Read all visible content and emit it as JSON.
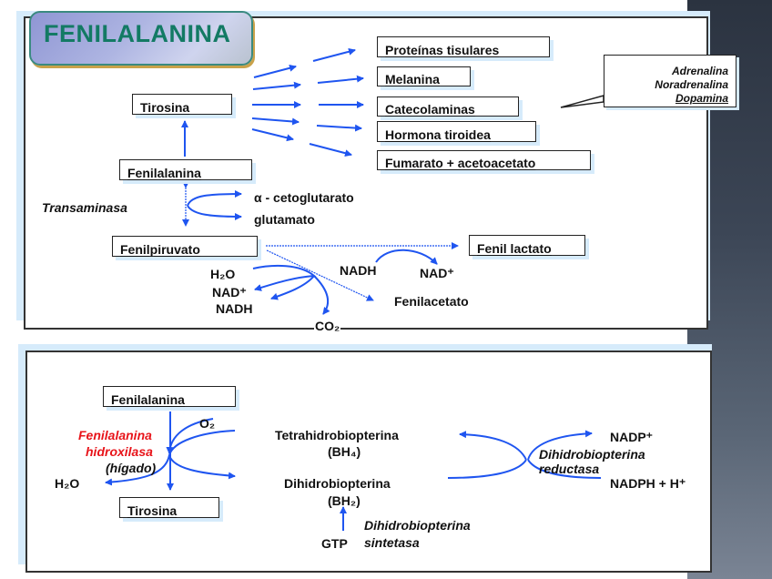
{
  "title": "FENILALANINA",
  "colors": {
    "arrow": "#1f55f0",
    "title_text": "#137a64",
    "enzyme_red": "#e8141a",
    "sidebar": "#3c4656"
  },
  "top_panel": {
    "products": [
      "Proteínas tisulares",
      "Melanina",
      "Catecolaminas",
      "Hormona tiroidea",
      "Fumarato + acetoacetato"
    ],
    "catecholamines_callout": [
      "Adrenalina",
      "Noradrenalina",
      "Dopamina"
    ],
    "tirosina": "Tirosina",
    "fenilalanina": "Fenilalanina",
    "enzyme": "Transaminasa",
    "alpha_ketoglutarate": "α - cetoglutarato",
    "glutamate": "glutamato",
    "fenilpiruvato": "Fenilpiruvato",
    "fenil_lactato": "Fenil lactato",
    "h2o": "H₂O",
    "nad_plus_left": "NAD⁺",
    "nadh_left": "NADH",
    "nadh_right": "NADH",
    "nad_plus_right": "NAD⁺",
    "fenilacetato": "Fenilacetato",
    "co2": "CO₂"
  },
  "bottom_panel": {
    "fenilalanina": "Fenilalanina",
    "tirosina": "Tirosina",
    "o2": "O₂",
    "h2o": "H₂O",
    "enzyme_line1": "Fenilalanina",
    "enzyme_line2": "hidroxilasa",
    "enzyme_location": "(hígado)",
    "bh4_name": "Tetrahidrobiopterina",
    "bh4_abbr": "(BH₄)",
    "bh2_name": "Dihidrobiopterina",
    "bh2_abbr": "(BH₂)",
    "gtp": "GTP",
    "synthetase_line1": "Dihidrobiopterina",
    "synthetase_line2": "sintetasa",
    "reductase_line1": "Dihidrobiopterina",
    "reductase_line2": "reductasa",
    "nadp_plus": "NADP⁺",
    "nadph": "NADPH + H⁺"
  }
}
